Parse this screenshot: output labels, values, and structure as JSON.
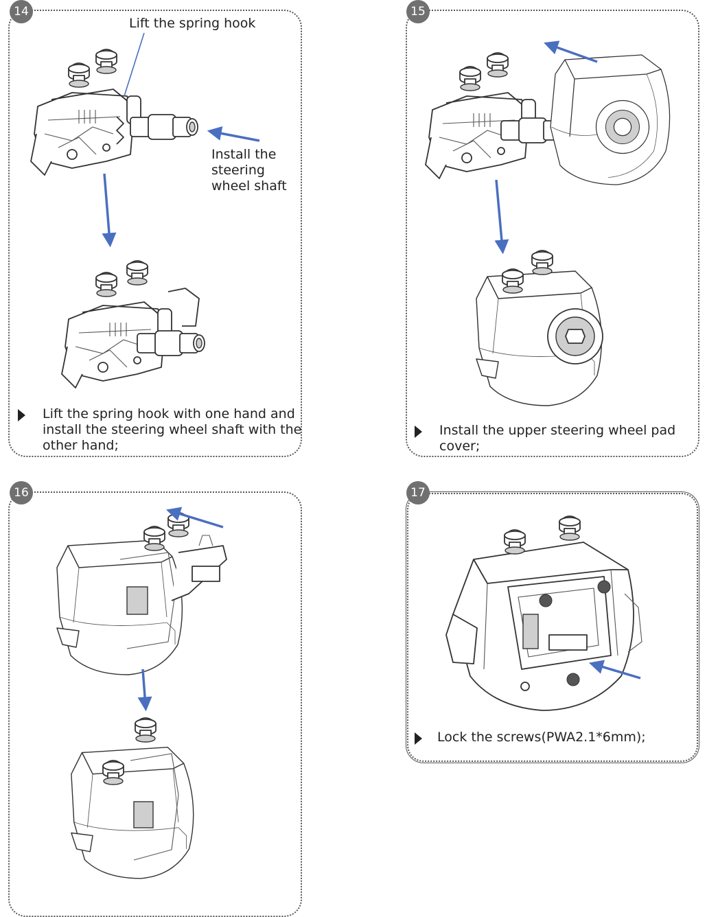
{
  "colors": {
    "arrow": "#4a6fc0",
    "badge": "#707070",
    "border": "#555555"
  },
  "steps": [
    {
      "number": "14",
      "label_top": "Lift the spring hook",
      "label_side_1": "Install the",
      "label_side_2": "steering",
      "label_side_3": "wheel shaft",
      "caption_1": "Lift the spring hook with one hand and",
      "caption_2": "install the steering wheel shaft with the",
      "caption_3": "other hand;"
    },
    {
      "number": "15",
      "caption_1": "Install the upper steering wheel pad",
      "caption_2": "cover;"
    },
    {
      "number": "16"
    },
    {
      "number": "17",
      "caption_1": "Lock the screws(PWA2.1*6mm);"
    }
  ]
}
